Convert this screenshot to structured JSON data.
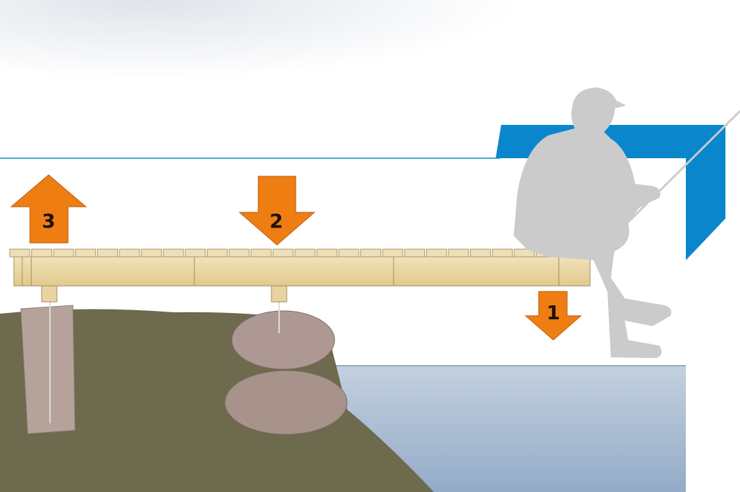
{
  "colors": {
    "arrow": "#ee7d12",
    "frame_blue": "#0a87cc",
    "ground": "#6d6a4d",
    "water": "#a9bcd3",
    "wood": "#ecd9a9",
    "silhouette": "#cbcbcb"
  },
  "arrows": [
    {
      "label": "3",
      "direction": "up"
    },
    {
      "label": "2",
      "direction": "down"
    },
    {
      "label": "1",
      "direction": "down"
    }
  ]
}
